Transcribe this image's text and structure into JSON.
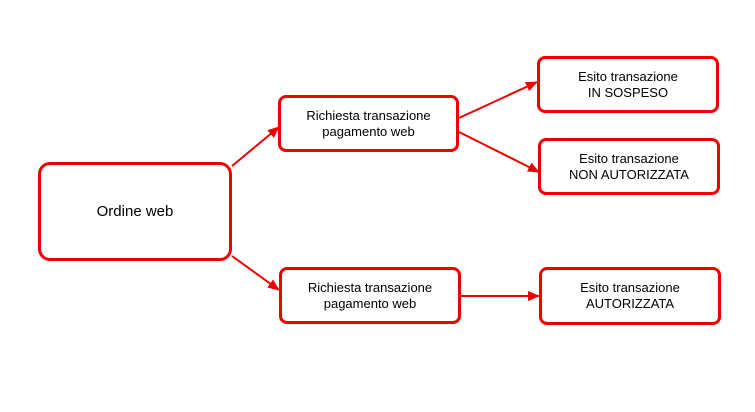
{
  "diagram": {
    "accent_color": "#ee0000",
    "nodes": {
      "order": {
        "lines": [
          "Ordine web"
        ]
      },
      "request_top": {
        "lines": [
          "Richiesta transazione",
          "pagamento web"
        ]
      },
      "request_bottom": {
        "lines": [
          "Richiesta transazione",
          "pagamento web"
        ]
      },
      "outcome_pending": {
        "lines": [
          "Esito transazione",
          "IN SOSPESO"
        ]
      },
      "outcome_denied": {
        "lines": [
          "Esito transazione",
          "NON AUTORIZZATA"
        ]
      },
      "outcome_authorized": {
        "lines": [
          "Esito transazione",
          "AUTORIZZATA"
        ]
      }
    },
    "edges": [
      {
        "from": "order",
        "to": "request_top"
      },
      {
        "from": "order",
        "to": "request_bottom"
      },
      {
        "from": "request_top",
        "to": "outcome_pending"
      },
      {
        "from": "request_top",
        "to": "outcome_denied"
      },
      {
        "from": "request_bottom",
        "to": "outcome_authorized"
      }
    ]
  }
}
